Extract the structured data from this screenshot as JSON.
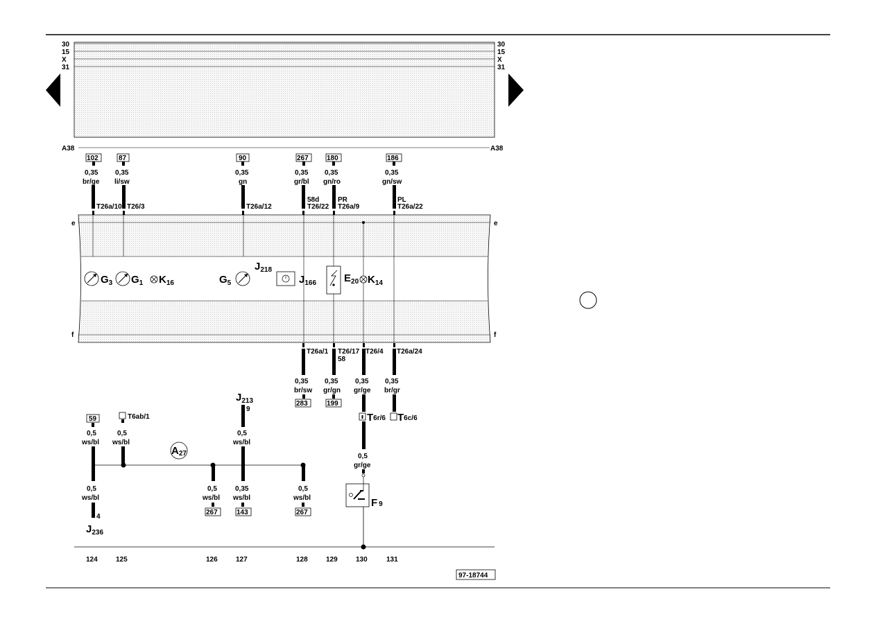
{
  "rails": {
    "left": [
      "30",
      "15",
      "X",
      "31"
    ],
    "right": [
      "30",
      "15",
      "X",
      "31"
    ],
    "connector_left": "A38",
    "connector_right": "A38"
  },
  "top_wires": [
    {
      "ref": "102",
      "size": "0,35",
      "color": "br/ge",
      "pin": "T26a/10",
      "extra": ""
    },
    {
      "ref": "87",
      "size": "0,35",
      "color": "li/sw",
      "pin": "T26/3",
      "extra": ""
    },
    {
      "ref": "90",
      "size": "0,35",
      "color": "gn",
      "pin": "T26a/12",
      "extra": ""
    },
    {
      "ref": "267",
      "size": "0,35",
      "color": "gr/bl",
      "pin": "T26/22",
      "extra": "58d"
    },
    {
      "ref": "180",
      "size": "0,35",
      "color": "gn/ro",
      "pin": "T26a/9",
      "extra": "PR"
    },
    {
      "ref": "186",
      "size": "0,35",
      "color": "gn/sw",
      "pin": "T26a/22",
      "extra": "PL"
    }
  ],
  "panel": {
    "edge_top": "e",
    "edge_bottom": "f",
    "unit": {
      "main": "J",
      "sub": "218"
    },
    "components": [
      {
        "main": "G",
        "sub": "3"
      },
      {
        "main": "G",
        "sub": "1"
      },
      {
        "main": "K",
        "sub": "16"
      },
      {
        "main": "G",
        "sub": "5"
      },
      {
        "main": "J",
        "sub": "166"
      },
      {
        "main": "E",
        "sub": "20"
      },
      {
        "main": "K",
        "sub": "14"
      }
    ]
  },
  "bottom_wires": [
    {
      "pin": "T26a/1",
      "extra": "",
      "size": "0,35",
      "color": "br/sw",
      "ref": "283"
    },
    {
      "pin": "T26/17",
      "extra": "58",
      "size": "0,35",
      "color": "gr/gn",
      "ref": "199"
    },
    {
      "pin": "T26/4",
      "extra": "",
      "size": "0,35",
      "color": "gr/ge",
      "ref": ""
    },
    {
      "pin": "T26a/24",
      "extra": "",
      "size": "0,35",
      "color": "br/gr",
      "ref": ""
    }
  ],
  "connectors": {
    "t6r": {
      "main": "T",
      "sub": "6r/6"
    },
    "t6c": {
      "main": "T",
      "sub": "6c/6"
    },
    "t6ab": "T6ab/1"
  },
  "lower_left": [
    {
      "ref": "59",
      "size": "0,5",
      "color": "ws/bl"
    },
    {
      "size": "0,5",
      "color": "ws/bl"
    }
  ],
  "j213": {
    "main": "J",
    "sub": "213",
    "pin": "9",
    "size": "0,5",
    "color": "ws/bl"
  },
  "a27": {
    "main": "A",
    "sub": "27"
  },
  "gr_ge_lower": {
    "size": "0,5",
    "color": "gr/ge"
  },
  "f9": {
    "main": "F",
    "sub": "9"
  },
  "bus_drops": [
    {
      "size": "0,5",
      "color": "ws/bl",
      "ref": "",
      "pin": "4"
    },
    {
      "size": "0,5",
      "color": "ws/bl",
      "ref": "267",
      "pin": ""
    },
    {
      "size": "0,35",
      "color": "ws/bl",
      "ref": "143",
      "pin": ""
    },
    {
      "size": "0,5",
      "color": "ws/bl",
      "ref": "267",
      "pin": ""
    }
  ],
  "j236": {
    "main": "J",
    "sub": "236"
  },
  "tracks": [
    "124",
    "125",
    "126",
    "127",
    "128",
    "129",
    "130",
    "131"
  ],
  "doc_id": "97-18744"
}
